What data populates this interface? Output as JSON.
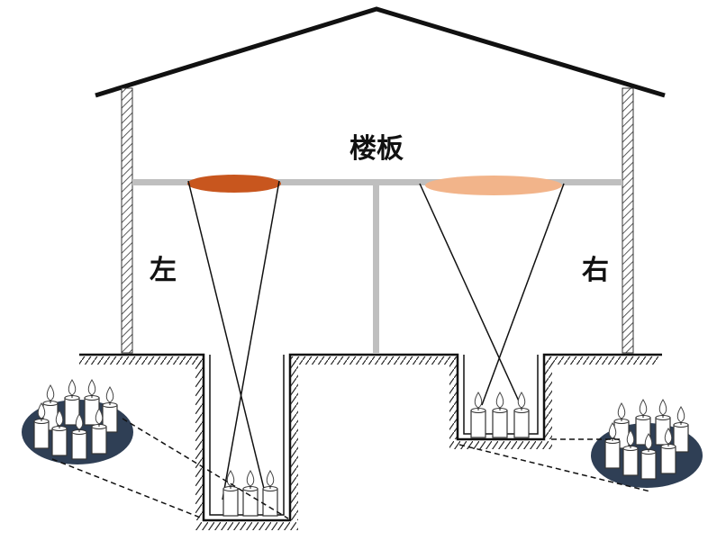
{
  "labels": {
    "floor_slab": "楼板",
    "left": "左",
    "right": "右"
  },
  "colors": {
    "left_spot": "#c8561e",
    "right_spot": "#f2b48a",
    "slab": "#bfbfbf",
    "wall_hatch": "#333333",
    "candle_plate": "#2f3f55",
    "flame": "#ffffff"
  }
}
